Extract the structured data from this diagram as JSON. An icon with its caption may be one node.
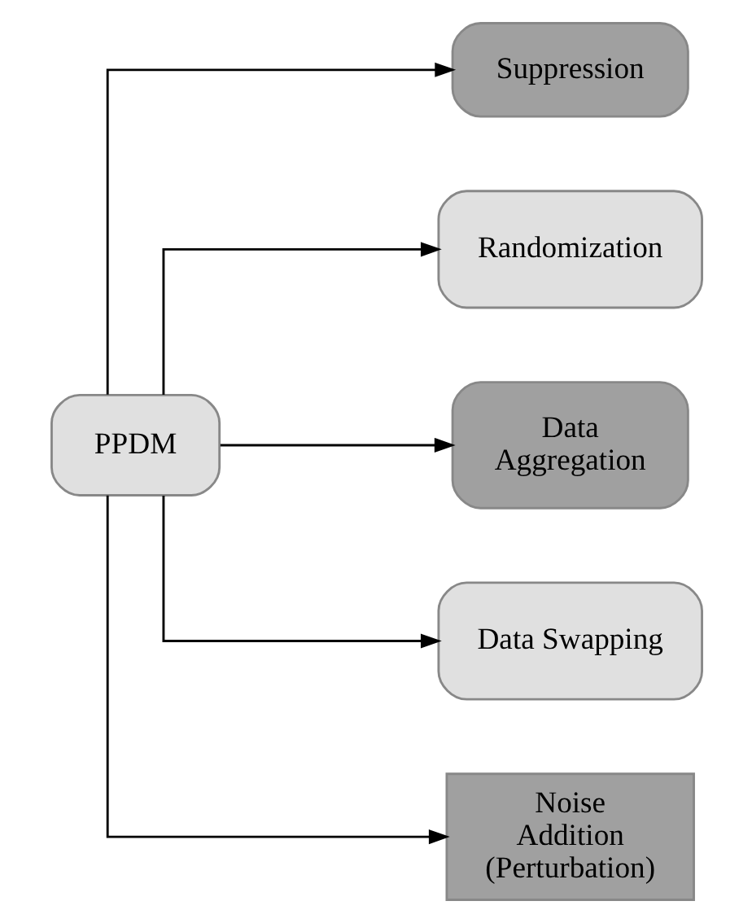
{
  "diagram": {
    "nodes": [
      {
        "text": [
          "PPDM"
        ]
      },
      {
        "text": [
          "Suppression"
        ]
      },
      {
        "text": [
          "Randomization"
        ]
      },
      {
        "text": [
          "Data Aggregation"
        ]
      },
      {
        "text": [
          "Data Swapping"
        ]
      },
      {
        "text": [
          "Noise Addition (Perturbation)"
        ]
      }
    ],
    "edges": [
      {
        "from": 0,
        "to": 1,
        "arrow": "to"
      },
      {
        "from": 0,
        "to": 2,
        "arrow": "to"
      },
      {
        "from": 0,
        "to": 3,
        "arrow": "to"
      },
      {
        "from": 0,
        "to": 4,
        "arrow": "to"
      },
      {
        "from": 0,
        "to": 5,
        "arrow": "to"
      }
    ]
  }
}
